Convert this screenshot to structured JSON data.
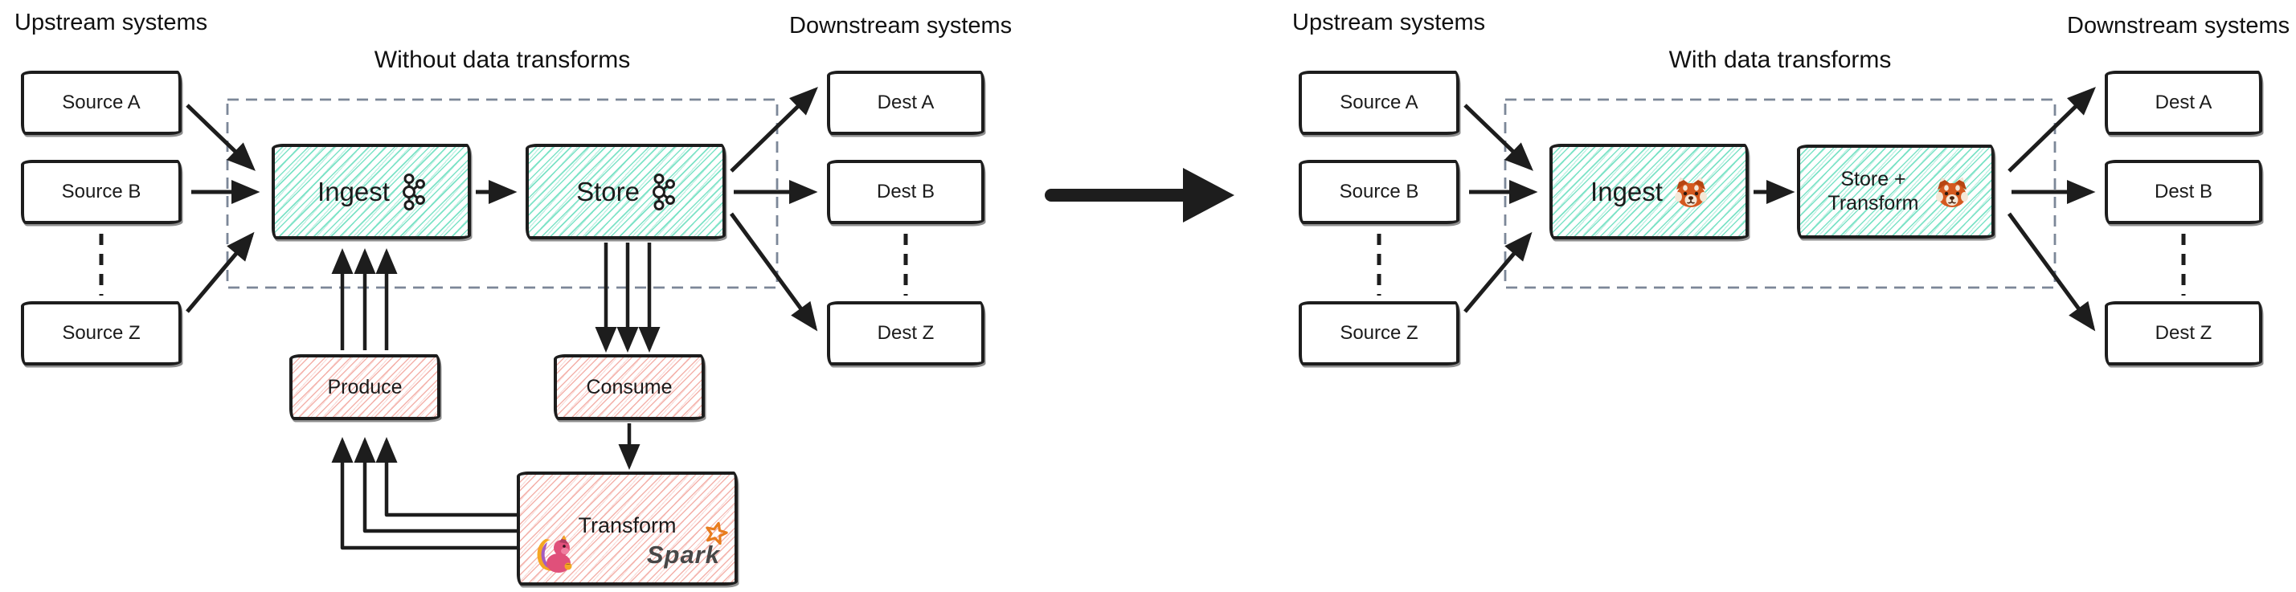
{
  "diagram": {
    "left": {
      "upstream_label": "Upstream systems",
      "title": "Without data transforms",
      "downstream_label": "Downstream systems",
      "sources": [
        "Source A",
        "Source B",
        "Source Z"
      ],
      "dests": [
        "Dest A",
        "Dest B",
        "Dest Z"
      ],
      "ingest_label": "Ingest",
      "store_label": "Store",
      "produce_label": "Produce",
      "consume_label": "Consume",
      "transform_label": "Transform",
      "spark_logo_text": "Spark"
    },
    "right": {
      "upstream_label": "Upstream systems",
      "title": "With data transforms",
      "downstream_label": "Downstream systems",
      "sources": [
        "Source A",
        "Source B",
        "Source Z"
      ],
      "dests": [
        "Dest A",
        "Dest B",
        "Dest Z"
      ],
      "ingest_label": "Ingest",
      "store_transform_label": "Store + Transform"
    },
    "icons": {
      "kafka": "kafka-logo",
      "red_panda": "red-panda-emoji",
      "flink": "flink-squirrel-logo",
      "spark_star": "spark-star-icon"
    },
    "colors": {
      "ink": "#1d1d1d",
      "teal_hatch": "#6fe0c1",
      "pink_hatch": "#f2a69e",
      "dashed_frame": "#7c8798",
      "spark_orange": "#e87c1e"
    }
  }
}
